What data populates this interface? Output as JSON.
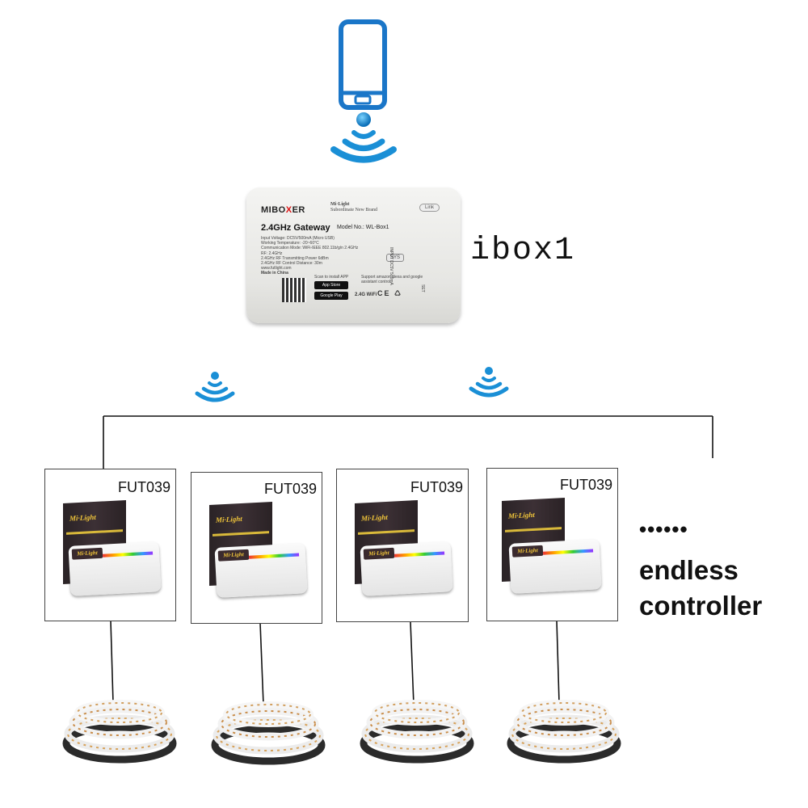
{
  "phone": {
    "icon": "smartphone-icon",
    "color": "#1a76c8"
  },
  "signal_color": "#1a8fd6",
  "gateway": {
    "brand_left": "MIBO",
    "brand_mark": "X",
    "brand_right": "ER",
    "subbrand_line1": "Mi·Light",
    "subbrand_line2": "Subordinate New Brand",
    "link_label": "Link",
    "title": "2.4GHz Gateway",
    "model": "Model No.: WL-Box1",
    "specs": [
      "Input Voltage: DC5V/500mA (Micro USB)",
      "Working Temperature: -20~60°C",
      "Communication Mode: WiFi-IEEE 802.11b/g/n 2.4GHz",
      "RF: 2.4GHz",
      "2.4GHz RF Transmitting Power 6dBm",
      "2.4GHz RF Control Distance: 30m",
      "www.futlight.com",
      "Made in China"
    ],
    "sys_label": "SYS",
    "input_label": "INPUT DC5V 500mA",
    "set_label": "SET",
    "scan_label": "Scan to install APP",
    "appstore_label": "App Store",
    "googleplay_label": "Google Play",
    "alexa_label": "Support amazon alexa and google assistant control",
    "wifi_label": "2.4G WiFi",
    "cert_marks": "CE ♺"
  },
  "gateway_name": "ibox1",
  "controllers": [
    {
      "label": "FUT039",
      "brand": "Mi·Light"
    },
    {
      "label": "FUT039",
      "brand": "Mi·Light"
    },
    {
      "label": "FUT039",
      "brand": "Mi·Light"
    },
    {
      "label": "FUT039",
      "brand": "Mi·Light"
    }
  ],
  "dots": "••••••",
  "endless_line1": "endless",
  "endless_line2": "controller"
}
